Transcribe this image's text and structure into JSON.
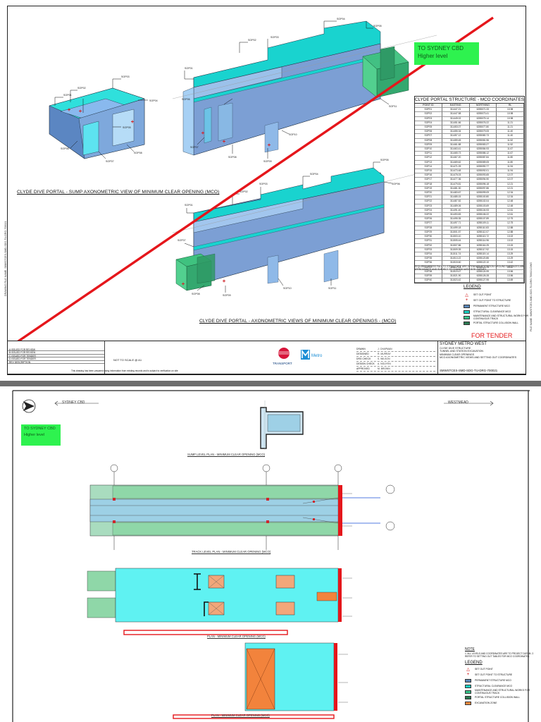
{
  "sheet1": {
    "green_tag": {
      "line1": "TO SYDNEY CBD",
      "line2": "Higher level"
    },
    "caption_sump": "CLYDE DIVE PORTAL - SUMP AXONOMETRIC VIEW OF MINIMUM CLEAR OPENING (MCO)",
    "caption_axo": "CLYDE DIVE PORTAL - AXONOMETRIC VIEWS OF MINIMUM CLEAR OPENINGS - (MCO)",
    "table": {
      "title": "CLYDE PORTAL STRUCTURE - MCO COORDINATES",
      "headers": [
        "POINT ID",
        "EASTING",
        "NORTHING",
        "RL"
      ],
      "rows": [
        [
          "SOP01",
          "311447.21",
          "6255071.33",
          "10.98"
        ],
        [
          "SOP02",
          "311447.58",
          "6255073.41",
          "10.98"
        ],
        [
          "SOP03",
          "311449.02",
          "6255075.14",
          "10.98"
        ],
        [
          "SOP04",
          "311451.66",
          "6255076.22",
          "11.21"
        ],
        [
          "SOP05",
          "311453.07",
          "6255077.80",
          "11.21"
        ],
        [
          "SOP06",
          "311455.34",
          "6255079.05",
          "11.40"
        ],
        [
          "SOP07",
          "311457.12",
          "6255080.73",
          "11.40"
        ],
        [
          "SOP08",
          "311459.45",
          "6255081.96",
          "11.52"
        ],
        [
          "SOP09",
          "311461.88",
          "6255083.27",
          "11.52"
        ],
        [
          "SOP10",
          "311463.41",
          "6255084.93",
          "11.67"
        ],
        [
          "SOP11",
          "311465.73",
          "6255086.12",
          "11.67"
        ],
        [
          "SOP12",
          "311467.20",
          "6255087.84",
          "11.80"
        ],
        [
          "SOP13",
          "311469.62",
          "6255089.05",
          "11.80"
        ],
        [
          "SOP14",
          "311471.09",
          "6255090.77",
          "11.94"
        ],
        [
          "SOP15",
          "311473.48",
          "6255092.01",
          "11.94"
        ],
        [
          "SOP16",
          "311475.03",
          "6255093.65",
          "12.07"
        ],
        [
          "SOP17",
          "311477.36",
          "6255094.90",
          "12.07"
        ],
        [
          "SOP18",
          "311479.81",
          "6255096.18",
          "12.21"
        ],
        [
          "SOP19",
          "311481.30",
          "6255097.86",
          "12.21"
        ],
        [
          "SOP20",
          "311483.67",
          "6255099.09",
          "12.34"
        ],
        [
          "SOP21",
          "311485.15",
          "6255100.80",
          "12.34"
        ],
        [
          "SOP22",
          "311487.52",
          "6255102.04",
          "12.48"
        ],
        [
          "SOP23",
          "311489.06",
          "6255103.69",
          "12.48"
        ],
        [
          "SOP24",
          "311491.40",
          "6255104.93",
          "12.61"
        ],
        [
          "SOP25",
          "311493.83",
          "6255106.22",
          "12.61"
        ],
        [
          "SOP26",
          "311495.35",
          "6255107.89",
          "12.75"
        ],
        [
          "SOP27",
          "311497.71",
          "6255109.11",
          "12.75"
        ],
        [
          "SOP28",
          "311499.18",
          "6255110.83",
          "12.88"
        ],
        [
          "SOP29",
          "311501.57",
          "6255112.07",
          "12.88"
        ],
        [
          "SOP30",
          "311503.10",
          "6255113.72",
          "13.02"
        ],
        [
          "SOP31",
          "311505.44",
          "6255114.96",
          "13.02"
        ],
        [
          "SOP32",
          "311507.86",
          "6255116.25",
          "13.15"
        ],
        [
          "SOP33",
          "311509.39",
          "6255117.92",
          "13.15"
        ],
        [
          "SOP34",
          "311511.74",
          "6255119.14",
          "13.29"
        ],
        [
          "SOP35",
          "311513.22",
          "6255120.86",
          "13.29"
        ],
        [
          "SOP36",
          "311515.60",
          "6255122.10",
          "13.42"
        ],
        [
          "SOP37",
          "311517.14",
          "6255123.75",
          "13.42"
        ],
        [
          "SOP38",
          "311519.47",
          "6255124.99",
          "13.56"
        ],
        [
          "SOP39",
          "311521.90",
          "6255126.28",
          "13.56"
        ],
        [
          "SOP40",
          "311523.42",
          "6255127.95",
          "13.69"
        ]
      ],
      "note": "REQUIRED CROSS FALL TO STRUCTURE ARE OPENINGS AT STATION GROUND SURFACES ARE APPROXIMATE AND SUBJECT TO CHANGE WITH SITE SURVEY"
    },
    "legend": {
      "heading": "LEGEND",
      "items": [
        {
          "kind": "symbol",
          "glyph": "△",
          "label": "SET OUT POINT"
        },
        {
          "kind": "symbol",
          "glyph": "+",
          "label": "SET OUT POINT TO STRUCTURE"
        },
        {
          "kind": "swatch",
          "color": "#5a86b8",
          "label": "PERMANENT STRUCTURE MCO"
        },
        {
          "kind": "swatch",
          "color": "#1ad0c2",
          "label": "STRUCTURAL CLEARANCE MCO"
        },
        {
          "kind": "swatch",
          "color": "#36c48a",
          "label": "MAINTENANCE AND STRUCTURAL WORKS FOR CONTINUOUS TRACK"
        },
        {
          "kind": "swatch",
          "color": "#2b7a52",
          "label": "PORTAL STRUCTURE COLLISION WALL"
        }
      ]
    },
    "for_tender": "FOR TENDER",
    "titleblock": {
      "revisions": [
        "A  ISSUED FOR REVIEW",
        "B  ISSUED FOR REVIEW",
        "C  ISSUED FOR TENDER",
        "D  ISSUED FOR TENDER",
        "REV  DESCRIPTION"
      ],
      "not_to_scale": "NOT TO SCALE @ A1",
      "disclaimer": "This drawing has been prepared using information from existing records and is subject to verification on site",
      "approvals": [
        {
          "role": "DRAWN",
          "name": "J. CHAPMAN"
        },
        {
          "role": "DESIGNED",
          "name": "R. MURRAY"
        },
        {
          "role": "DRG CHECK",
          "name": "S. WILSON"
        },
        {
          "role": "DESIGN CHECK",
          "name": "A. NGUYEN"
        },
        {
          "role": "APPROVED",
          "name": "M. BROWN"
        }
      ],
      "logo_nsw_line": "TRANSPORT",
      "logo_metro_word": "Metro",
      "project": "SYDNEY METRO WEST",
      "description": [
        "CLYDE DIVE STRUCTURE",
        "TUNNEL AND STATION EXCAVATION",
        "MINIMUM CLEAR OPENINGS",
        "MCO AXONOMETRIC VIEWS AND SETTING OUT COORDINATES"
      ],
      "drawing_number": "SMWSTCES-SMD-SDG-TU-DRG-700021"
    },
    "side_text_left": "DRAWING FILE NAME: SMWSTCES-SMD-SDG-TU-DRG-700021",
    "side_text_right": "FILE NAME: SMWSTCES-SMD-SDG-TU-DRG-700021.DWG"
  },
  "sheet2": {
    "dir_left": "SYDNEY CBD",
    "dir_right": "WESTMEAD",
    "green_tag": {
      "line1": "TO SYDNEY CBD",
      "line2": "Higher level"
    },
    "caption_sump": "SUMP LEVEL PLAN - MINIMUM CLEAR OPENING (MCO)",
    "caption_track": "TRACK LEVEL PLAN - MINIMUM CLEAR OPENING (MCO)",
    "caption_plan1": "PLAN - MINIMUM CLEAR OPENING (MCO)",
    "caption_plan2": "PLAN - MINIMUM CLEAR OPENING (MCO)",
    "note_heading": "NOTE",
    "note_body": "1. ALL LEVELS AND COORDINATES ARE TO PROJECT DATUM. 2. REFER TO SETTING OUT TABLES FOR MCO COORDINATES.",
    "legend": {
      "heading": "LEGEND",
      "items": [
        {
          "kind": "symbol",
          "glyph": "△",
          "label": "SET OUT POINT"
        },
        {
          "kind": "symbol",
          "glyph": "+",
          "label": "SET OUT POINT TO STRUCTURE"
        },
        {
          "kind": "swatch",
          "color": "#5a86b8",
          "label": "PERMANENT STRUCTURE MCO"
        },
        {
          "kind": "swatch",
          "color": "#1ad0c2",
          "label": "STRUCTURAL CLEARANCE MCO"
        },
        {
          "kind": "swatch",
          "color": "#36c48a",
          "label": "MAINTENANCE AND STRUCTURAL WORKS FOR CONTINUOUS TRACK"
        },
        {
          "kind": "swatch",
          "color": "#2b7a52",
          "label": "PORTAL STRUCTURE COLLISION WALL"
        },
        {
          "kind": "swatch",
          "color": "#ff8a3d",
          "label": "EXCAVATION ZONE"
        }
      ]
    }
  },
  "colors": {
    "structure_top": "#19d3cf",
    "structure_side": "#6c8fc9",
    "structure_front": "#8fb4e0",
    "green_box": "#3fc27f",
    "red_line": "#e5161b",
    "plan_green": "#8fd7a8",
    "plan_cyan": "#5ff2f2",
    "plan_orange": "#f2833c"
  }
}
